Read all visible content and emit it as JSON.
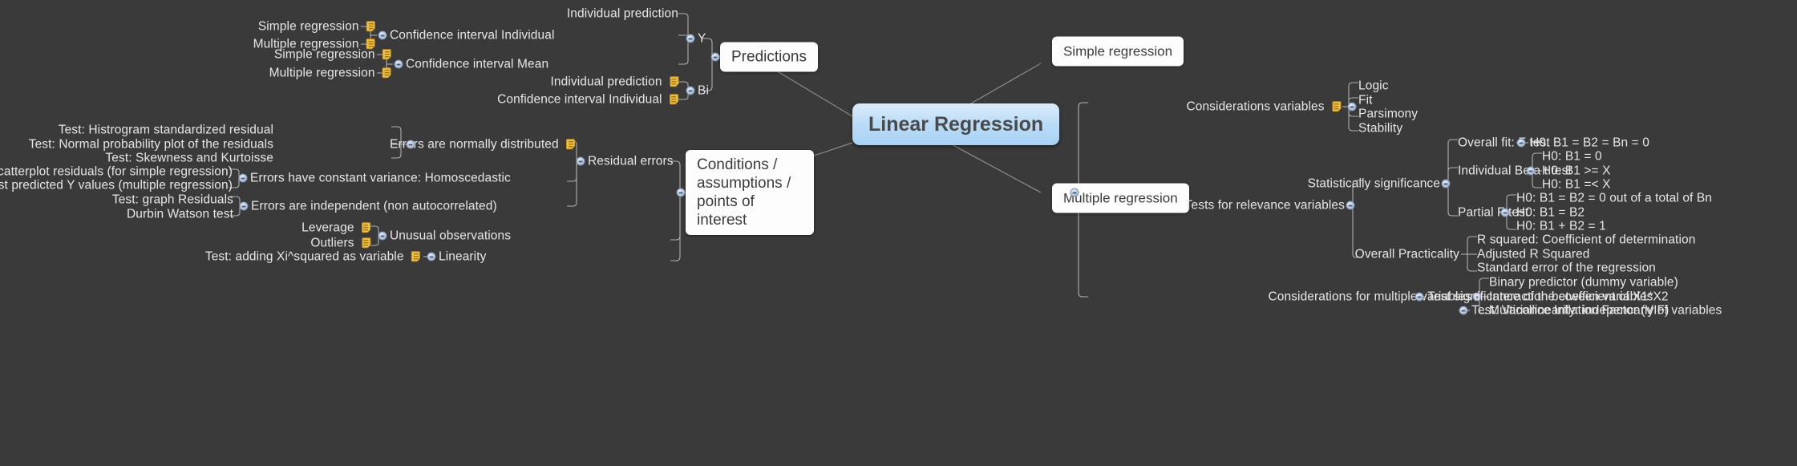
{
  "app": {
    "background": "#3a3a3a",
    "text_color": "#e6e6e6",
    "accent": "#a8d2f4",
    "note_icon_color": "#f5c13d"
  },
  "center": {
    "label": "Linear Regression"
  },
  "boxes": {
    "predictions": "Predictions",
    "conditions": "Conditions / assumptions / points of interest",
    "simple_regression": "Simple regression",
    "multiple_regression": "Multiple regression"
  },
  "predictions_branch": {
    "y": "Y",
    "bi": "Bi",
    "ci_individual": "Confidence interval Individual",
    "ci_mean": "Confidence interval Mean",
    "individual_prediction": "Individual prediction",
    "ci_individual_2": "Confidence interval Individual",
    "individual_prediction_2": "Individual prediction",
    "simple_regression_1": "Simple regression",
    "multiple_regression_1": "Multiple regression",
    "simple_regression_2": "Simple regression",
    "multiple_regression_2": "Multiple regression"
  },
  "conditions_branch": {
    "residual_errors": "Residual errors",
    "unusual_observations": "Unusual observations",
    "linearity": "Linearity",
    "errors_normal": "Errors are normally distributed",
    "errors_homoscedastic": "Errors have constant variance: Homoscedastic",
    "errors_independent": "Errors are independent (non autocorrelated)",
    "test_histogram": "Test: Histrogram standardized residual",
    "test_normal_prob": "Test: Normal probability plot of the residuals",
    "test_skewness": "Test: Skewness and Kurtoisse",
    "test_scatterplot": "Test: Scatterplot residuals (for simple regression)",
    "test_plot_residuals": "Test: Plot residuals against predicted Y values (multiple regression)",
    "test_graph_residuals": "Test: graph Residuals",
    "durbin_watson": "Durbin Watson test",
    "leverage": "Leverage",
    "outliers": "Outliers",
    "test_xi_squared": "Test: adding Xi^squared as variable"
  },
  "multiple_regression_branch": {
    "considerations_variables": "Considerations variables",
    "considerations_variables_children": [
      "Logic",
      "Fit",
      "Parsimony",
      "Stability"
    ],
    "tests_relevance": "Tests for relevance variables",
    "statistically_significance": "Statistically significance",
    "overall_practicality": "Overall Practicality",
    "overall_fit_f_test": "Overall fit: F test",
    "overall_fit_h0": "H0: B1 = B2 = Bn = 0",
    "individual_beta_t_test": "Individual Beta t test",
    "individual_beta_h0": [
      "H0: B1 = 0",
      "H0: B1 >= X",
      "H0: B1 =< X"
    ],
    "partial_f_test": "Partial F test",
    "partial_f_h0": [
      "H0: B1 = B2 = 0 out of a total of Bn",
      "H0: B1 = B2",
      "H0: B1 + B2 = 1"
    ],
    "practicality_children": [
      "R squared: Coefficient of determination",
      "Adjusted R Squared",
      "Standard error of the regression"
    ],
    "considerations_multiple": "Considerations for multiple variables",
    "binary_predictor": "Binary predictor (dummy variable)",
    "interaction_between": "Interaction between variables",
    "interaction_test": "Test significance of the coefficient of X1*X2",
    "multicollinearity": "Multicollinearity: indepencany of variables",
    "multicollinearity_test": "Test: Variance Inflation Factor (VIF)"
  }
}
